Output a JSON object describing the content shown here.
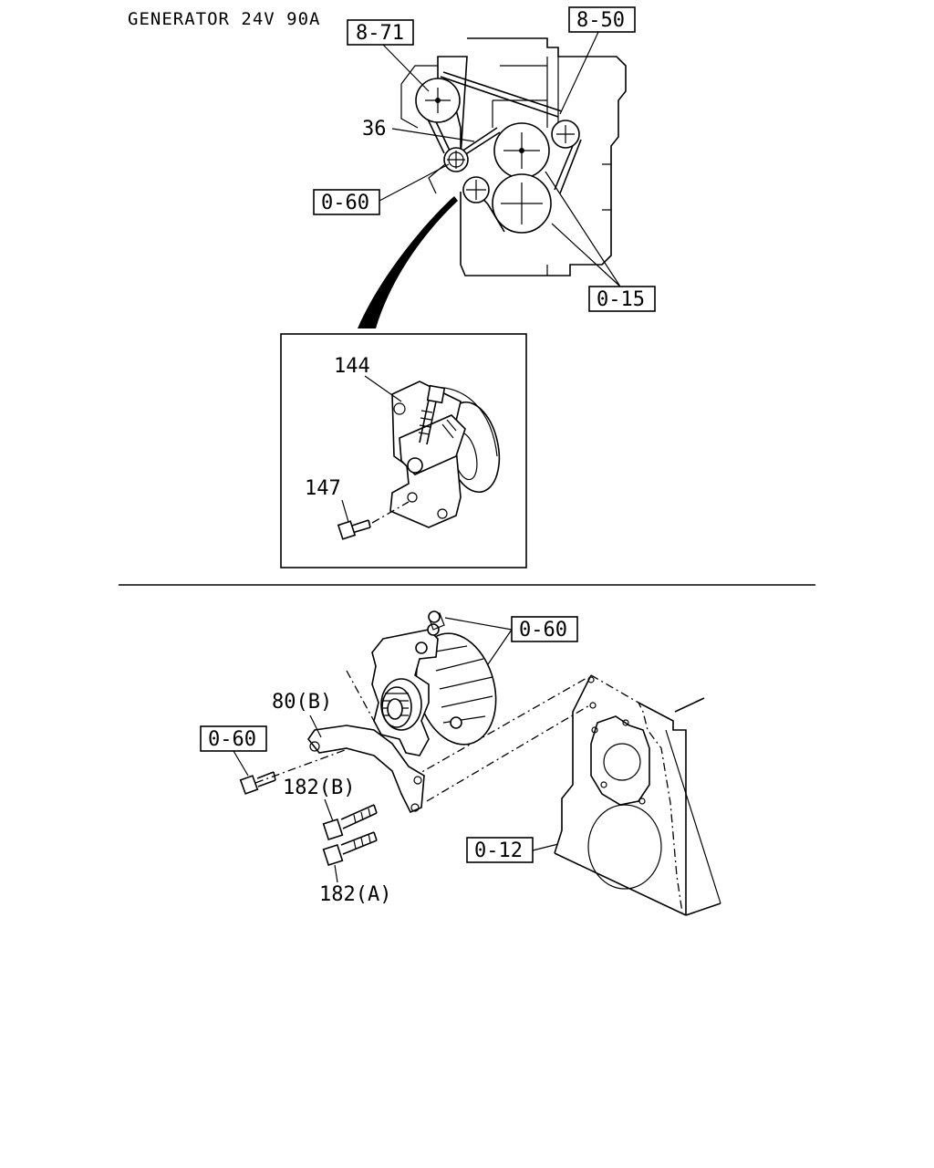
{
  "title": "GENERATOR 24V 90A",
  "colors": {
    "line": "#000000",
    "background": "#ffffff"
  },
  "top_view": {
    "callouts": {
      "ref_8_71": "8-71",
      "ref_8_50": "8-50",
      "part_36": "36",
      "ref_0_60": "0-60",
      "ref_0_15": "0-15"
    }
  },
  "detail_inset": {
    "callouts": {
      "part_144": "144",
      "part_147": "147"
    }
  },
  "bottom_view": {
    "callouts": {
      "ref_0_60_top": "0-60",
      "part_80b": "80(B)",
      "ref_0_60_left": "0-60",
      "part_182b": "182(B)",
      "ref_0_12": "0-12",
      "part_182a": "182(A)"
    }
  }
}
